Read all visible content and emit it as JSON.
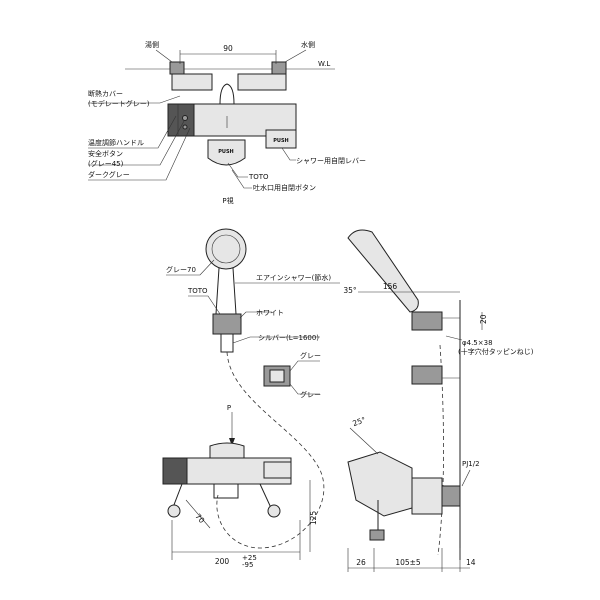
{
  "labels": {
    "hot_side": "湯側",
    "cold_side": "水側",
    "water_level": "W.L",
    "insulation_cover": "断熱カバー",
    "insulation_cover_color": "(モデレートグレー)",
    "temp_handle": "温度調節ハンドル",
    "safety_button": "安全ボタン",
    "safety_button_color": "(グレー45)",
    "dark_gray": "ダークグレー",
    "shower_lever": "シャワー用自閉レバー",
    "toto_top": "TOTO",
    "spout_button": "吐水口用自閉ボタン",
    "push_spout": "PUSH",
    "push_lever": "PUSH",
    "p_view": "P視",
    "gray70": "グレー70",
    "air_shower": "エアインシャワー(節水)",
    "toto_mid": "TOTO",
    "white": "ホワイト",
    "hose": "シルバー(L=1600)",
    "gray_a": "グレー",
    "gray_b": "グレー",
    "pj": "PJ1/2",
    "screw": "φ4.5×38",
    "screw_note": "(十字穴付タッピンねじ)",
    "p_arrow": "P"
  },
  "dimensions": {
    "d90": "90",
    "d156": "156",
    "d20": "20",
    "d35deg": "35°",
    "d25deg": "25°",
    "d70": "70",
    "d125": "125",
    "d200": "200",
    "d200_tol_upper": "+25",
    "d200_tol_lower": "-95",
    "d26": "26",
    "d105": "105±5",
    "d14": "14"
  }
}
